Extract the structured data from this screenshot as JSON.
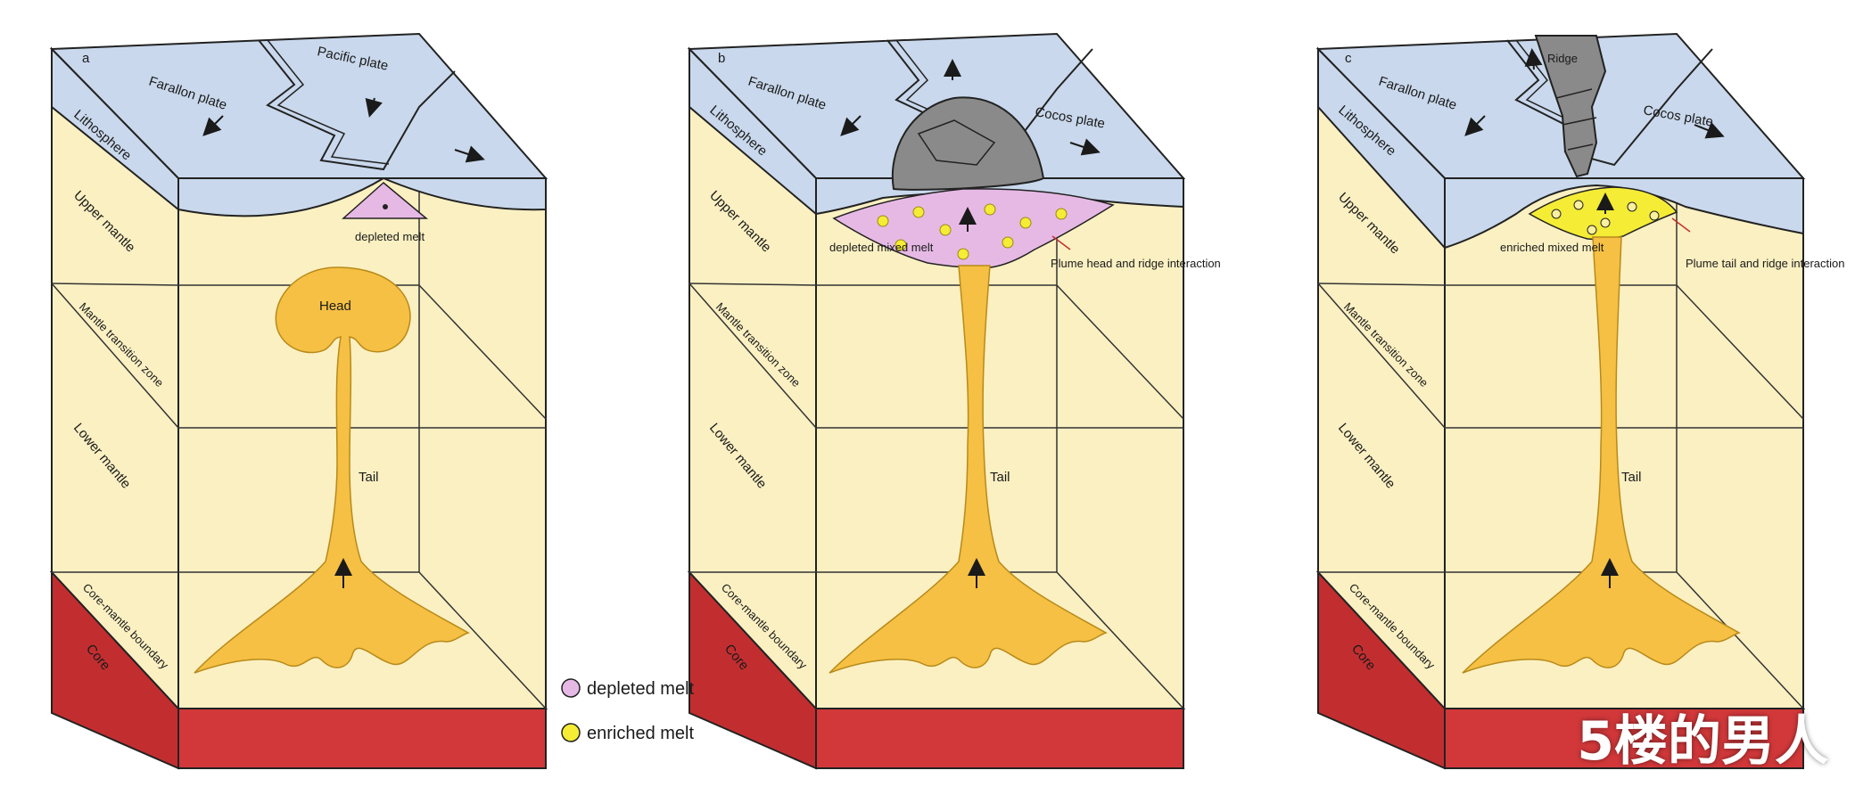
{
  "panels": [
    {
      "id": "a",
      "letter": "a",
      "plate_left": "Farallon plate",
      "plate_right": "Pacific plate",
      "layers": {
        "lithosphere": "Lithosphere",
        "upper_mantle": "Upper mantle",
        "transition_zone": "Mantle transition zone",
        "lower_mantle": "Lower mantle",
        "cmb": "Core-mantle boundary",
        "core": "Core"
      },
      "melt_label": "depleted melt",
      "head_label": "Head",
      "tail_label": "Tail"
    },
    {
      "id": "b",
      "letter": "b",
      "plate_left": "Farallon plate",
      "plate_right": "Cocos plate",
      "layers": {
        "lithosphere": "Lithosphere",
        "upper_mantle": "Upper mantle",
        "transition_zone": "Mantle transition zone",
        "lower_mantle": "Lower mantle",
        "cmb": "Core-mantle boundary",
        "core": "Core"
      },
      "melt_label": "depleted mixed melt",
      "ridge_label": "Plume head and ridge interaction",
      "tail_label": "Tail"
    },
    {
      "id": "c",
      "letter": "c",
      "plate_left": "Farallon plate",
      "plate_right": "Cocos plate",
      "top_label": "Ridge",
      "layers": {
        "lithosphere": "Lithosphere",
        "upper_mantle": "Upper mantle",
        "transition_zone": "Mantle transition zone",
        "lower_mantle": "Lower mantle",
        "cmb": "Core-mantle boundary",
        "core": "Core"
      },
      "melt_label": "enriched mixed melt",
      "ridge_label": "Plume tail and ridge interaction",
      "tail_label": "Tail"
    }
  ],
  "legend": {
    "depleted": "depleted melt",
    "enriched": "enriched melt"
  },
  "colors": {
    "plate": "#c9d8ec",
    "mantle": "#fbf0c2",
    "core": "#d2383a",
    "plume": "#f5c043",
    "depleted": "#e6b9e5",
    "enriched": "#f4ec35",
    "volcano": "#8a8a8a"
  },
  "watermark": "5楼的男人"
}
